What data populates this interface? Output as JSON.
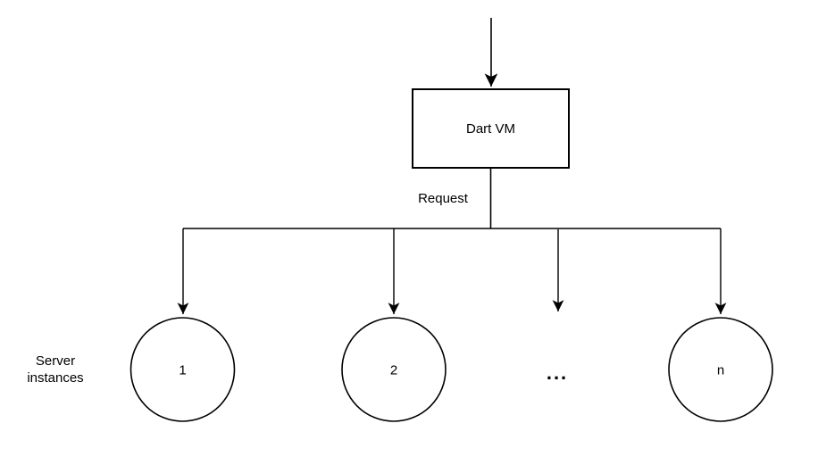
{
  "diagram": {
    "root_node": {
      "label": "Dart VM"
    },
    "edge_label": "Request",
    "group_label": {
      "line1": "Server",
      "line2": "instances"
    },
    "instances": [
      {
        "label": "1",
        "shape": "circle"
      },
      {
        "label": "2",
        "shape": "circle"
      },
      {
        "label": "...",
        "shape": "ellipsis"
      },
      {
        "label": "n",
        "shape": "circle"
      }
    ],
    "colors": {
      "line": "#000000",
      "text": "#000000",
      "background": "#ffffff"
    }
  }
}
